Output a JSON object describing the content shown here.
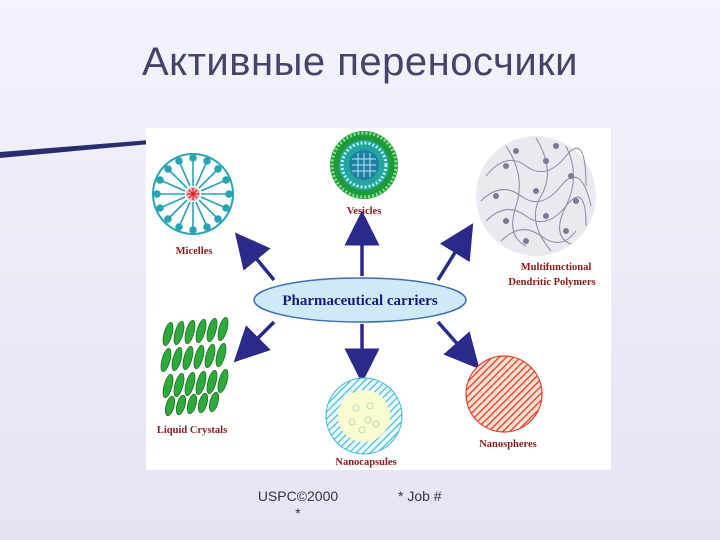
{
  "slide": {
    "title": "Активные переносчики",
    "footer_left_1": "USPC©2000",
    "footer_left_2": "*",
    "footer_right": "* Job #"
  },
  "diagram": {
    "center_label": "Pharmaceutical carriers",
    "carriers": {
      "vesicles": "Vesicles",
      "micelles": "Micelles",
      "dendritic_1": "Multifunctional",
      "dendritic_2": "Dendritic Polymers",
      "liquid_crystals": "Liquid Crystals",
      "nanocapsules": "Nanocapsules",
      "nanospheres": "Nanospheres"
    },
    "icons": [
      "vesicle-icon",
      "micelle-icon",
      "dendrimer-icon",
      "liquid-crystal-icon",
      "nanocapsule-icon",
      "nanosphere-icon"
    ],
    "colors": {
      "title": "#44446a",
      "label": "#8b1a1a",
      "center_fill": "#cfeaf7",
      "center_text": "#1a1a7a",
      "arrow": "#2a2a8a"
    }
  }
}
